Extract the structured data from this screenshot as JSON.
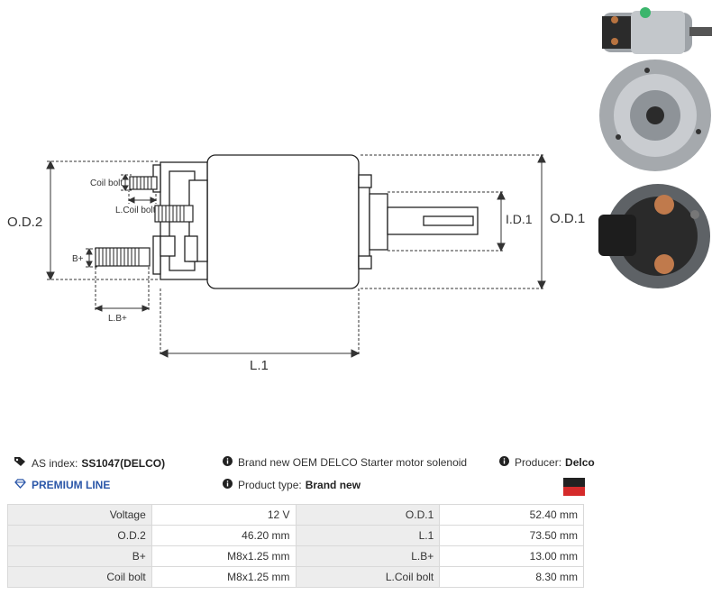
{
  "drawing": {
    "od2_label": "O.D.2",
    "od1_label": "O.D.1",
    "id1_label": "I.D.1",
    "l1_label": "L.1",
    "coil_bolt_label": "Coil bolt",
    "l_coil_bolt_label": "L.Coil bolt",
    "b_plus_label": "B+",
    "l_b_plus_label": "L.B+"
  },
  "info": {
    "as_index_label": "AS index:",
    "as_index_value": "SS1047(DELCO)",
    "premium_line": "PREMIUM LINE",
    "description": "Brand new OEM DELCO Starter motor solenoid",
    "product_type_label": "Product type:",
    "product_type_value": "Brand new",
    "producer_label": "Producer:",
    "producer_value": "Delco"
  },
  "specs": [
    {
      "k1": "Voltage",
      "v1": "12 V",
      "k2": "O.D.1",
      "v2": "52.40 mm"
    },
    {
      "k1": "O.D.2",
      "v1": "46.20 mm",
      "k2": "L.1",
      "v2": "73.50 mm"
    },
    {
      "k1": "B+",
      "v1": "M8x1.25 mm",
      "k2": "L.B+",
      "v2": "13.00 mm"
    },
    {
      "k1": "Coil bolt",
      "v1": "M8x1.25 mm",
      "k2": "L.Coil bolt",
      "v2": "8.30 mm"
    }
  ]
}
